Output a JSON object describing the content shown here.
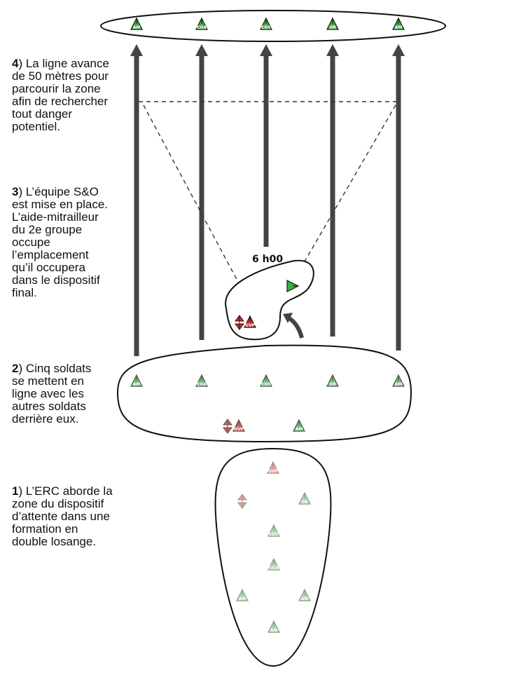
{
  "steps": [
    {
      "num": "4",
      "lines": [
        ") La ligne avance",
        "de 50 mètres pour",
        "parcourir la zone",
        "afin de rechercher",
        "tout danger",
        "potentiel."
      ]
    },
    {
      "num": "3",
      "lines": [
        ") L’équipe S&O",
        "est mise en place.",
        "L’aide-mitrailleur",
        "du 2e groupe",
        "occupe",
        "l’emplacement",
        "qu’il occupera",
        "dans le dispositif",
        "final."
      ]
    },
    {
      "num": "2",
      "lines": [
        ") Cinq soldats",
        "se mettent en",
        "ligne avec les",
        "autres soldats",
        "derrière eux."
      ]
    },
    {
      "num": "1",
      "lines": [
        ")  L’ERC aborde la",
        "zone du dispositif",
        "d’attente dans une",
        "formation en",
        "double losange."
      ]
    }
  ],
  "time_label": "6 h00",
  "symbol_codes": {
    "am": "AM",
    "cga": "CGA",
    "cds": "CDS",
    "or": "OR",
    "gvp": "GVP"
  },
  "colors": {
    "friendly": "#3fae49",
    "leader": "#d42a2a",
    "arrow": "#444444",
    "outline": "#111111"
  }
}
